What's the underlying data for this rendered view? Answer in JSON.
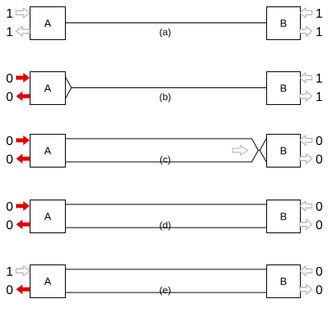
{
  "colors": {
    "active": "#e00000",
    "inactive_stroke": "#a8a8a8",
    "line": "#000000"
  },
  "box_labels": {
    "left": "A",
    "right": "B"
  },
  "panels": [
    {
      "caption": "(a)",
      "left_in": "1",
      "left_out": "1",
      "right_in": "1",
      "right_out": "1",
      "left_in_active": false,
      "left_out_active": false,
      "right_in_active": false,
      "right_out_active": false,
      "channel": "single",
      "left_bracket": false,
      "right_bracket": false,
      "mid_arrow": false
    },
    {
      "caption": "(b)",
      "left_in": "0",
      "left_out": "0",
      "right_in": "1",
      "right_out": "1",
      "left_in_active": true,
      "left_out_active": true,
      "right_in_active": false,
      "right_out_active": false,
      "channel": "single",
      "left_bracket": true,
      "right_bracket": false,
      "mid_arrow": false
    },
    {
      "caption": "(c)",
      "left_in": "0",
      "left_out": "0",
      "right_in": "0",
      "right_out": "0",
      "left_in_active": true,
      "left_out_active": true,
      "right_in_active": false,
      "right_out_active": false,
      "channel": "double",
      "left_bracket": false,
      "right_bracket": true,
      "mid_arrow": true
    },
    {
      "caption": "(d)",
      "left_in": "0",
      "left_out": "0",
      "right_in": "0",
      "right_out": "0",
      "left_in_active": true,
      "left_out_active": true,
      "right_in_active": false,
      "right_out_active": false,
      "channel": "double",
      "left_bracket": false,
      "right_bracket": false,
      "mid_arrow": false
    },
    {
      "caption": "(e)",
      "left_in": "1",
      "left_out": "0",
      "right_in": "0",
      "right_out": "0",
      "left_in_active": false,
      "left_out_active": true,
      "right_in_active": false,
      "right_out_active": false,
      "channel": "double",
      "left_bracket": false,
      "right_bracket": false,
      "mid_arrow": false
    }
  ]
}
